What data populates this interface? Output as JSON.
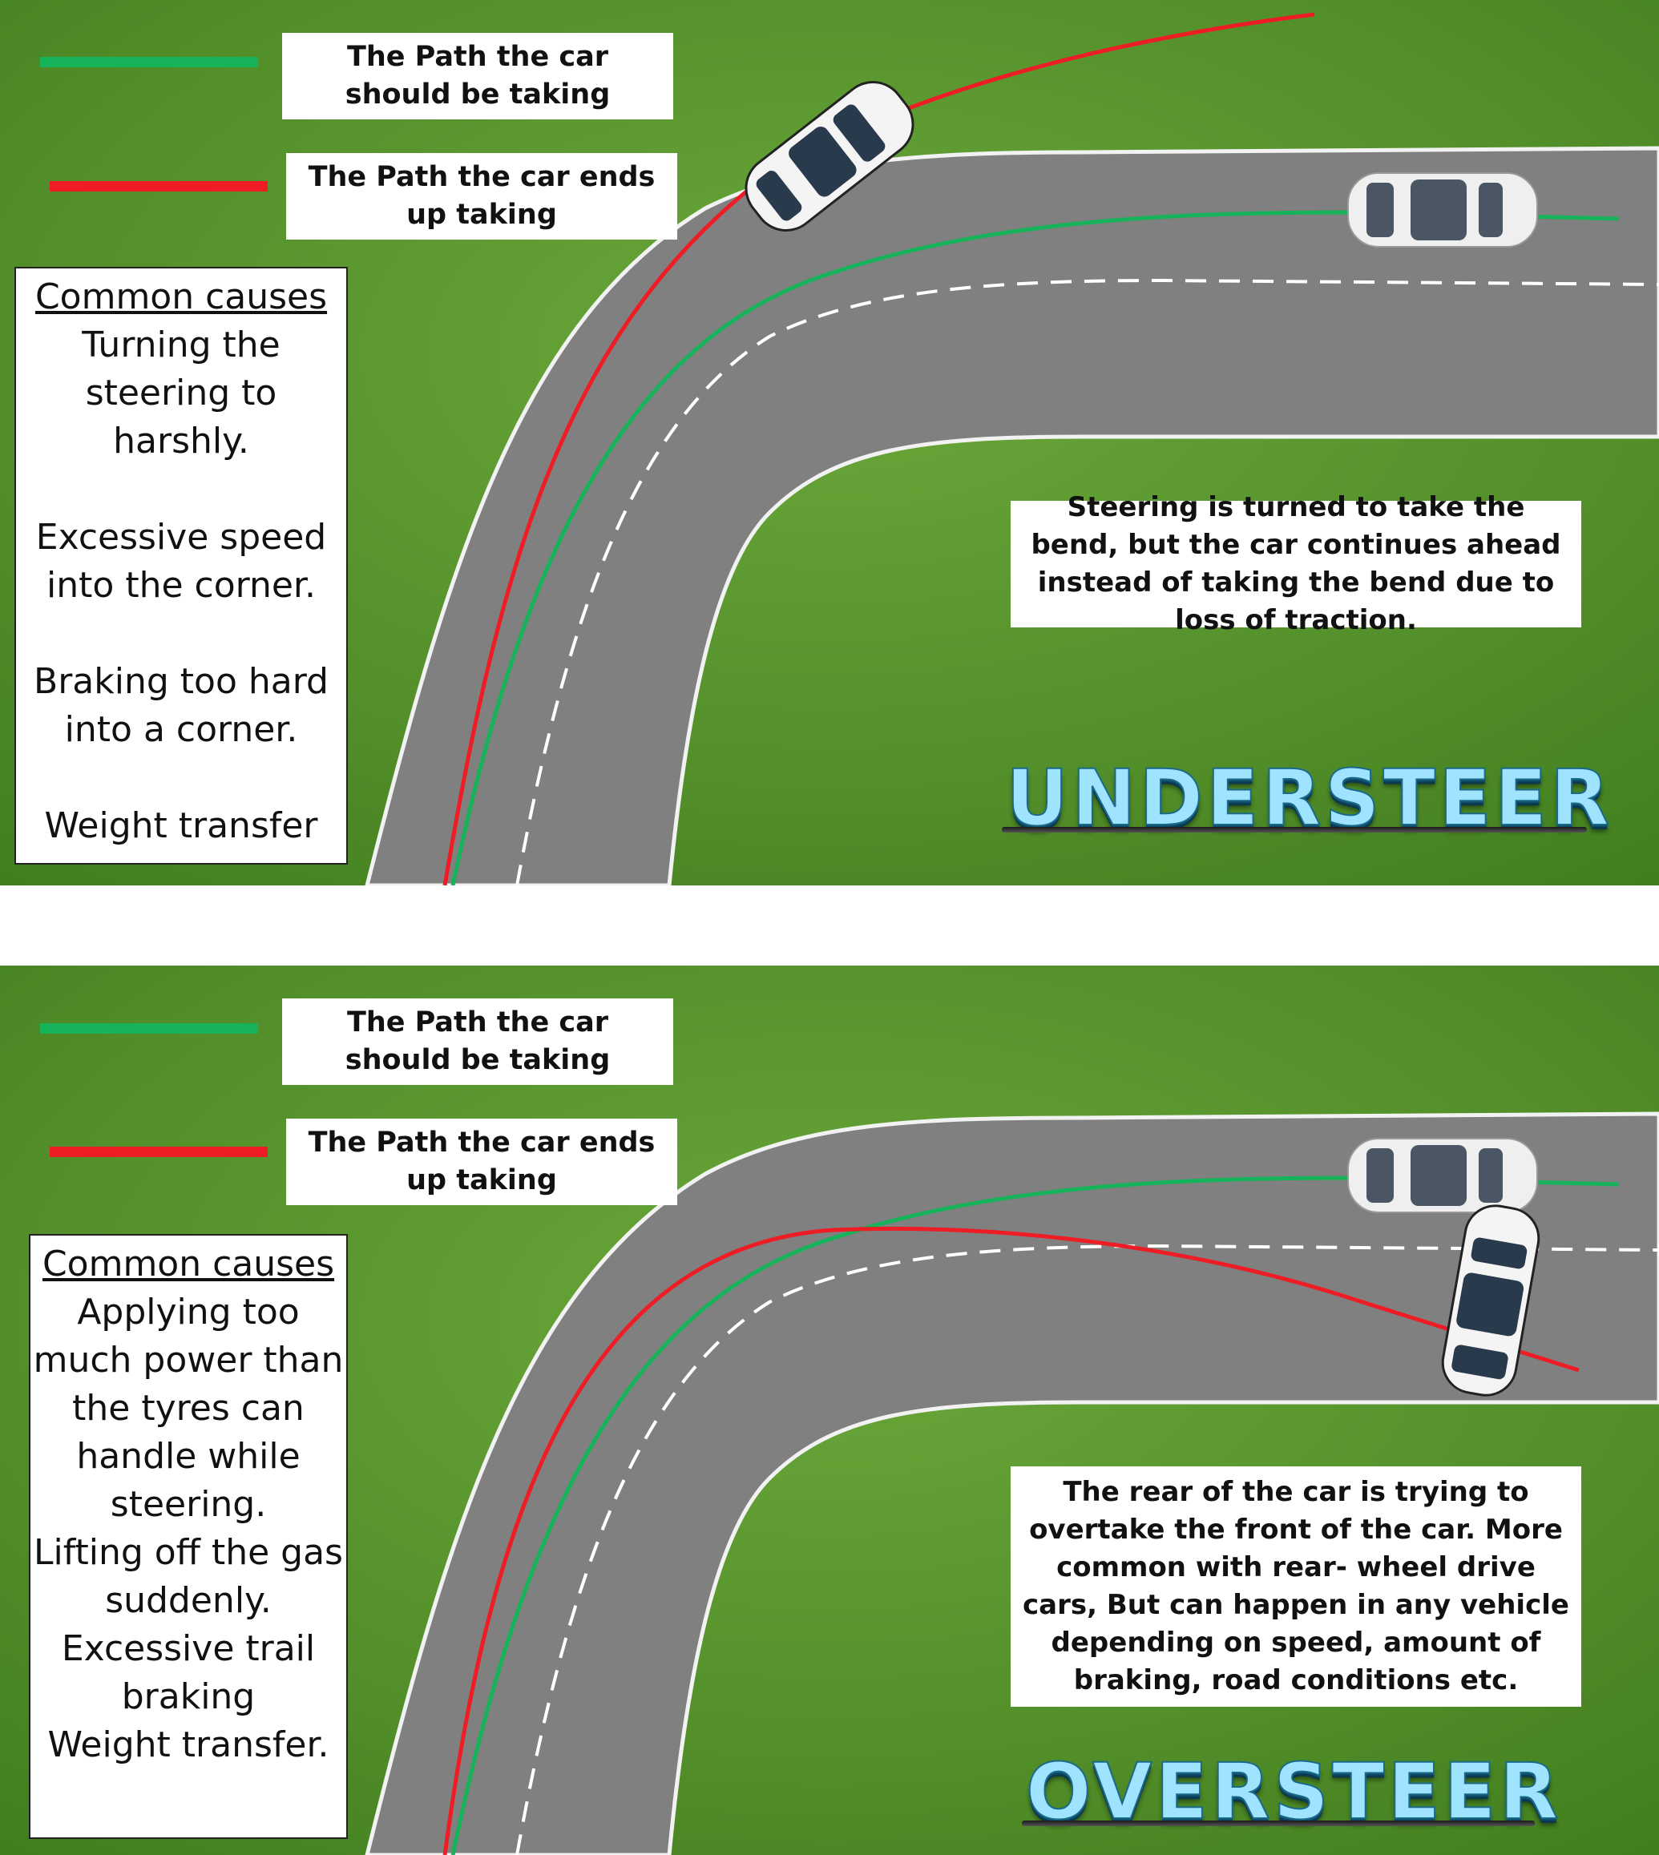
{
  "colors": {
    "should_path": "#16b35a",
    "actual_path": "#ee1c24",
    "grass_dark": "#3f7d1d",
    "grass_light": "#6aa83a",
    "road": "#808080",
    "road_edge": "#f2f2f2"
  },
  "understeer": {
    "legend": {
      "should": "The Path the car should be taking",
      "actual": "The Path the car ends up taking"
    },
    "causes": {
      "title": "Common causes",
      "items": [
        "Turning the steering to harshly.",
        "Excessive speed into the corner.",
        "Braking too hard into a corner.",
        "Weight transfer"
      ]
    },
    "description": "Steering is turned to take the bend, but the car continues ahead instead of taking the bend due to loss of traction.",
    "title": "UNDERSTEER"
  },
  "oversteer": {
    "legend": {
      "should": "The Path the car should be taking",
      "actual": "The Path the car ends up taking"
    },
    "causes": {
      "title": "Common causes",
      "items": [
        "Applying too much power than the tyres can handle while steering.",
        "Lifting off the gas suddenly.",
        "Excessive trail braking",
        "Weight transfer."
      ]
    },
    "description": "The rear of the car is trying to overtake the front of the car. More common with rear- wheel drive cars, But can happen in any vehicle depending on speed, amount of braking, road conditions etc.",
    "title": "OVERSTEER"
  }
}
